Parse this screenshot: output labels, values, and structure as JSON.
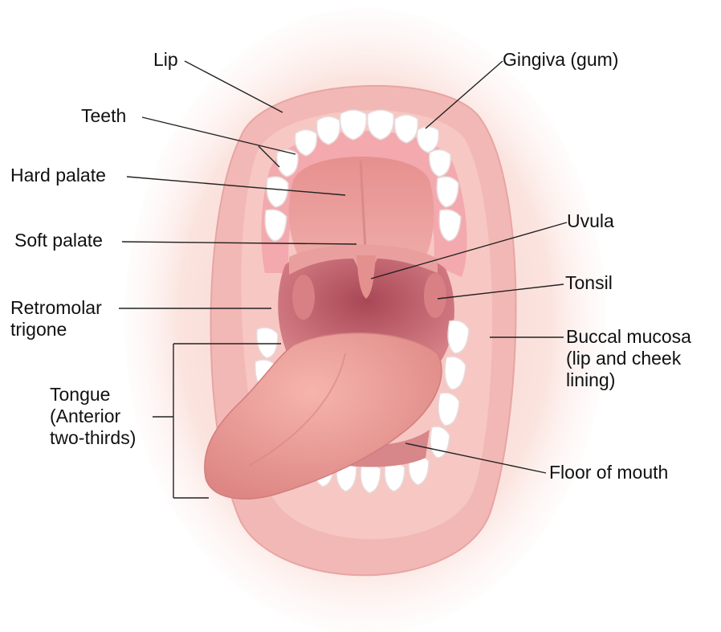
{
  "labels": {
    "lip": "Lip",
    "gingiva": "Gingiva (gum)",
    "teeth": "Teeth",
    "hard_palate": "Hard palate",
    "soft_palate": "Soft palate",
    "uvula": "Uvula",
    "tonsil": "Tonsil",
    "retromolar": "Retromolar\ntrigone",
    "buccal": "Buccal mucosa\n(lip and cheek\nlining)",
    "tongue": "Tongue\n(Anterior\ntwo-thirds)",
    "floor": "Floor of mouth"
  },
  "colors": {
    "skin": "#fbe3de",
    "lip": "#f1b6b4",
    "gum": "#f3a9ad",
    "palate": "#e89b9b",
    "throat": "#cc6f77",
    "tongue": "#ea9b97",
    "tooth": "#ffffff",
    "leader": "#222222"
  }
}
